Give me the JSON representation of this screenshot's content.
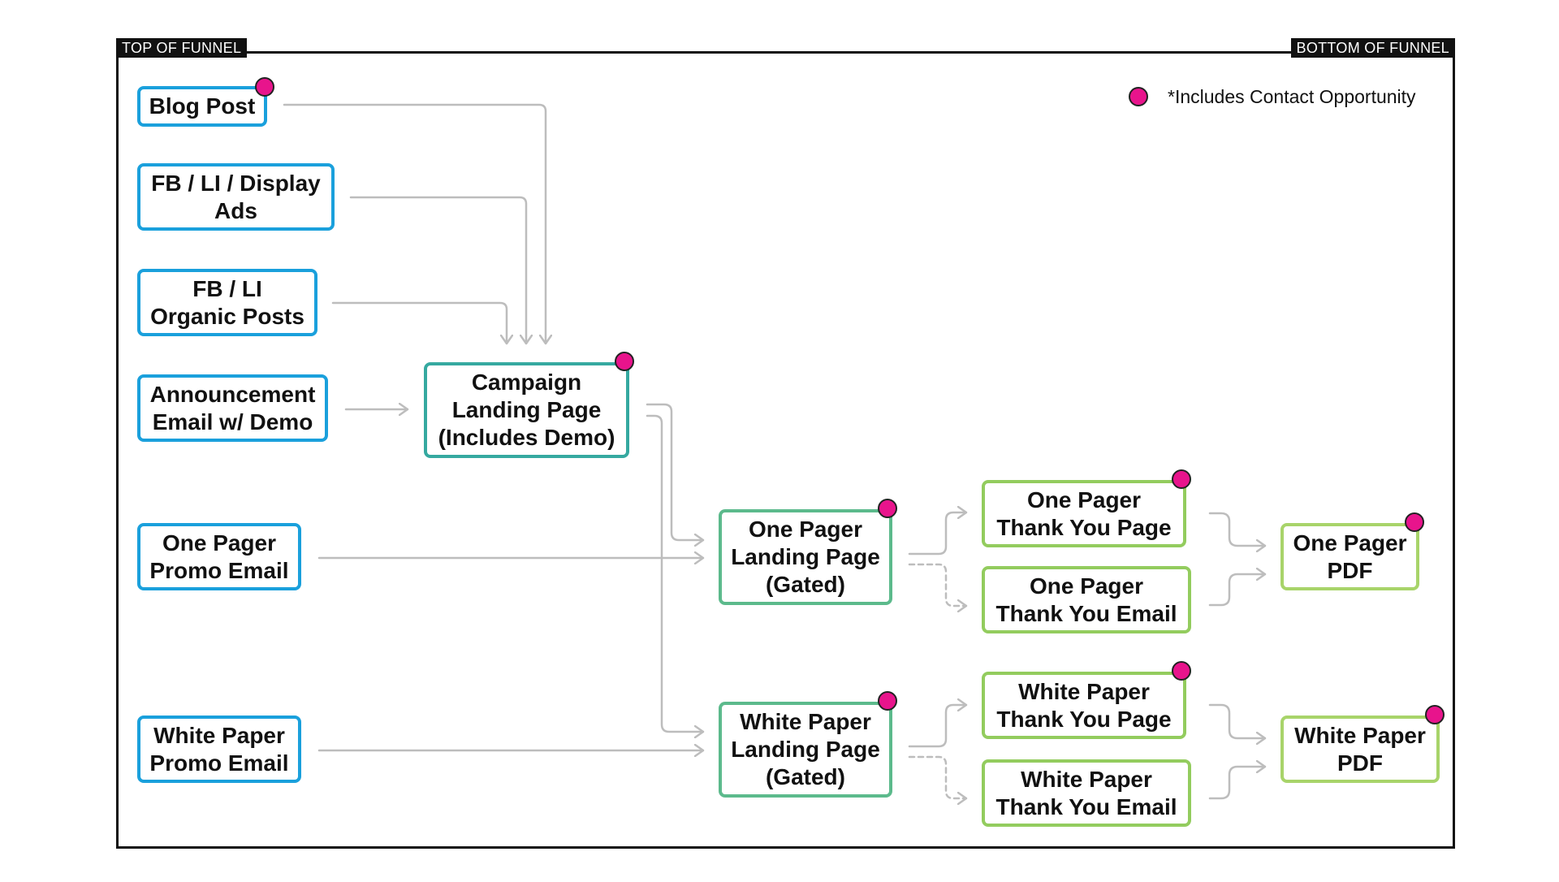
{
  "funnel": {
    "top_label": "TOP OF FUNNEL",
    "bottom_label": "BOTTOM OF FUNNEL"
  },
  "legend": {
    "text": "*Includes Contact Opportunity",
    "marker_color": "#e8148c"
  },
  "nodes": {
    "blog_post": {
      "label": "Blog Post",
      "contact_opportunity": true
    },
    "fb_li_display_ads": {
      "label": "FB / LI / Display\nAds",
      "contact_opportunity": false
    },
    "fb_li_organic_posts": {
      "label": "FB / LI\nOrganic Posts",
      "contact_opportunity": false
    },
    "announcement_email": {
      "label": "Announcement\nEmail w/ Demo",
      "contact_opportunity": false
    },
    "campaign_landing_page": {
      "label": "Campaign\nLanding Page\n(Includes Demo)",
      "contact_opportunity": true
    },
    "one_pager_promo_email": {
      "label": "One Pager\nPromo Email",
      "contact_opportunity": false
    },
    "white_paper_promo_email": {
      "label": "White Paper\nPromo Email",
      "contact_opportunity": false
    },
    "one_pager_landing_page": {
      "label": "One Pager\nLanding Page\n(Gated)",
      "contact_opportunity": true
    },
    "white_paper_landing_page": {
      "label": "White Paper\nLanding Page\n(Gated)",
      "contact_opportunity": true
    },
    "one_pager_thank_you_page": {
      "label": "One Pager\nThank You Page",
      "contact_opportunity": true
    },
    "one_pager_thank_you_email": {
      "label": "One Pager\nThank You Email",
      "contact_opportunity": false
    },
    "white_paper_thank_you_page": {
      "label": "White Paper\nThank You Page",
      "contact_opportunity": true
    },
    "white_paper_thank_you_email": {
      "label": "White Paper\nThank You Email",
      "contact_opportunity": false
    },
    "one_pager_pdf": {
      "label": "One Pager\nPDF",
      "contact_opportunity": true
    },
    "white_paper_pdf": {
      "label": "White Paper\nPDF",
      "contact_opportunity": true
    }
  },
  "edges": [
    {
      "from": "blog_post",
      "to": "campaign_landing_page",
      "style": "solid"
    },
    {
      "from": "fb_li_display_ads",
      "to": "campaign_landing_page",
      "style": "solid"
    },
    {
      "from": "fb_li_organic_posts",
      "to": "campaign_landing_page",
      "style": "solid"
    },
    {
      "from": "announcement_email",
      "to": "campaign_landing_page",
      "style": "solid"
    },
    {
      "from": "campaign_landing_page",
      "to": "one_pager_landing_page",
      "style": "solid"
    },
    {
      "from": "campaign_landing_page",
      "to": "white_paper_landing_page",
      "style": "solid"
    },
    {
      "from": "one_pager_promo_email",
      "to": "one_pager_landing_page",
      "style": "solid"
    },
    {
      "from": "white_paper_promo_email",
      "to": "white_paper_landing_page",
      "style": "solid"
    },
    {
      "from": "one_pager_landing_page",
      "to": "one_pager_thank_you_page",
      "style": "solid"
    },
    {
      "from": "one_pager_landing_page",
      "to": "one_pager_thank_you_email",
      "style": "dashed"
    },
    {
      "from": "white_paper_landing_page",
      "to": "white_paper_thank_you_page",
      "style": "solid"
    },
    {
      "from": "white_paper_landing_page",
      "to": "white_paper_thank_you_email",
      "style": "dashed"
    },
    {
      "from": "one_pager_thank_you_page",
      "to": "one_pager_pdf",
      "style": "solid"
    },
    {
      "from": "one_pager_thank_you_email",
      "to": "one_pager_pdf",
      "style": "solid"
    },
    {
      "from": "white_paper_thank_you_page",
      "to": "white_paper_pdf",
      "style": "solid"
    },
    {
      "from": "white_paper_thank_you_email",
      "to": "white_paper_pdf",
      "style": "solid"
    }
  ]
}
